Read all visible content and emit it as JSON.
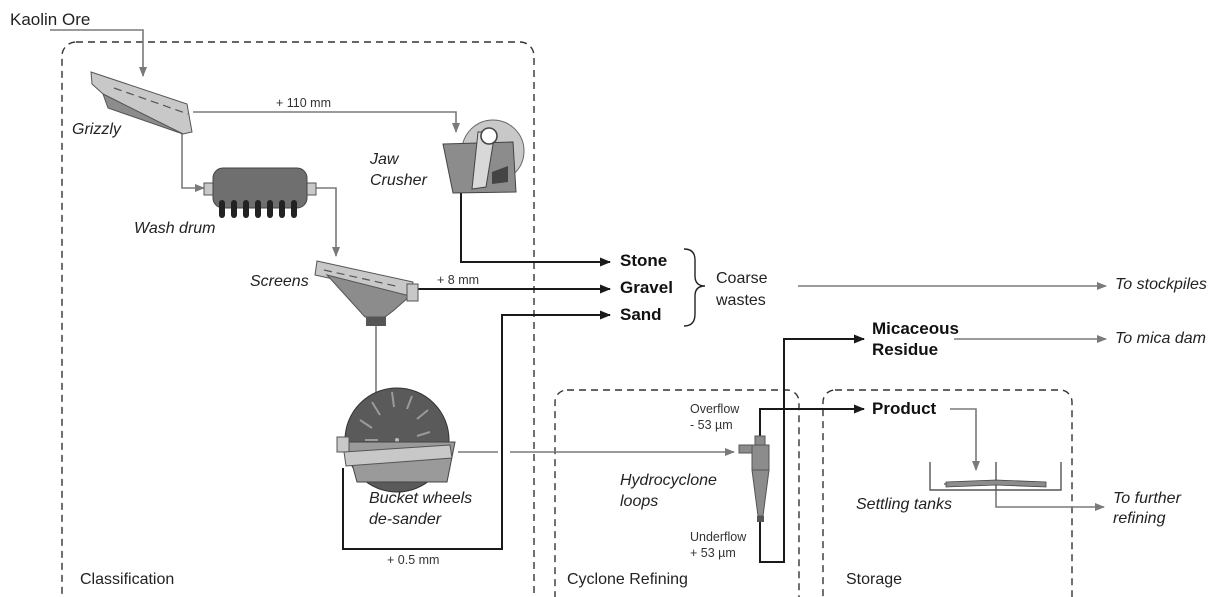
{
  "source": "Kaolin Ore",
  "regions": {
    "classification": "Classification",
    "cyclone_refining": "Cyclone Refining",
    "storage": "Storage"
  },
  "equipment": {
    "grizzly": "Grizzly",
    "wash_drum": "Wash drum",
    "jaw_crusher_line1": "Jaw",
    "jaw_crusher_line2": "Crusher",
    "screens": "Screens",
    "bucket_wheels_line1": "Bucket wheels",
    "bucket_wheels_line2": "de-sander",
    "hydrocyclone_line1": "Hydrocyclone",
    "hydrocyclone_line2": "loops",
    "settling_tanks": "Settling tanks"
  },
  "size_labels": {
    "plus_110": "+ 110 mm",
    "plus_8": "+ 8 mm",
    "plus_05": "+ 0.5 mm",
    "overflow_line1": "Overflow",
    "overflow_line2": "- 53 µm",
    "underflow_line1": "Underflow",
    "underflow_line2": "+ 53 µm"
  },
  "products": {
    "stone": "Stone",
    "gravel": "Gravel",
    "sand": "Sand",
    "coarse_wastes_line1": "Coarse",
    "coarse_wastes_line2": "wastes",
    "micaceous_line1": "Micaceous",
    "micaceous_line2": "Residue",
    "product": "Product"
  },
  "destinations": {
    "stockpiles": "To stockpiles",
    "mica_dam": "To mica dam",
    "further_refining_line1": "To further",
    "further_refining_line2": "refining"
  },
  "colors": {
    "grey_flow": "#7a7a7a",
    "dark_flow": "#1a1a1a",
    "equipment_fill": "#8c8c8c",
    "equipment_light": "#c8c8c8",
    "equipment_dark": "#555555"
  }
}
